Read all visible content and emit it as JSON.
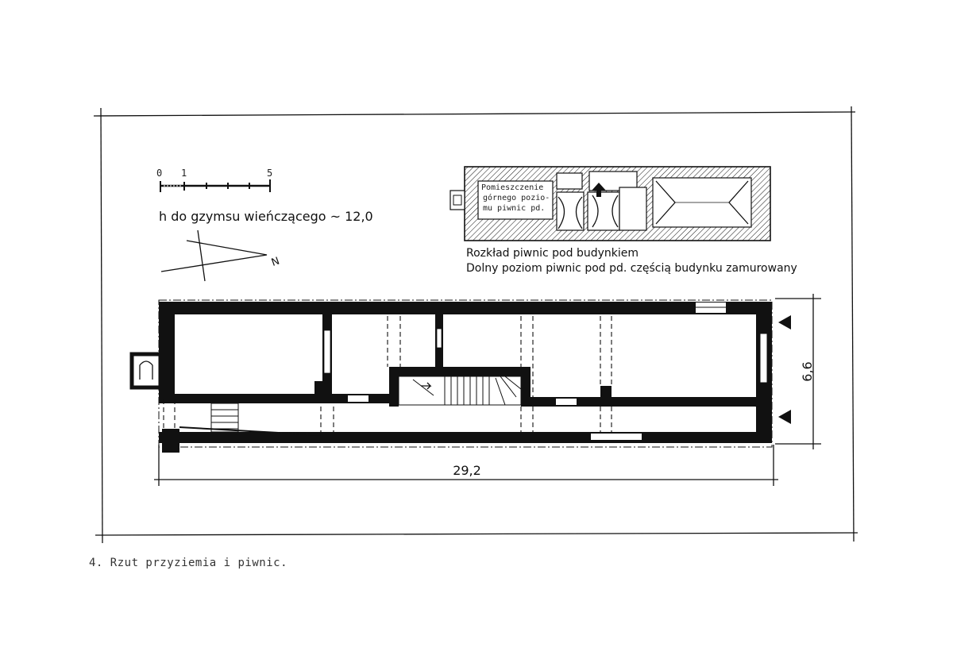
{
  "scale": {
    "tick_0": "0",
    "tick_1": "1",
    "tick_5": "5"
  },
  "cornice_height_label": "h do gzymsu wieńczącego ~ 12,0",
  "north_arrow_letter": "N",
  "cellar_plan": {
    "room_label_lines": [
      "Pomieszczenie",
      "górnego pozio-",
      "mu piwnic pd."
    ],
    "legend_line_1": "Rozkład piwnic pod budynkiem",
    "legend_line_2": "Dolny poziom piwnic pod pd. częścią budynku zamurowany"
  },
  "dimensions": {
    "width": "6,6",
    "length": "29,2"
  },
  "caption": "4. Rzut przyziemia i piwnic."
}
